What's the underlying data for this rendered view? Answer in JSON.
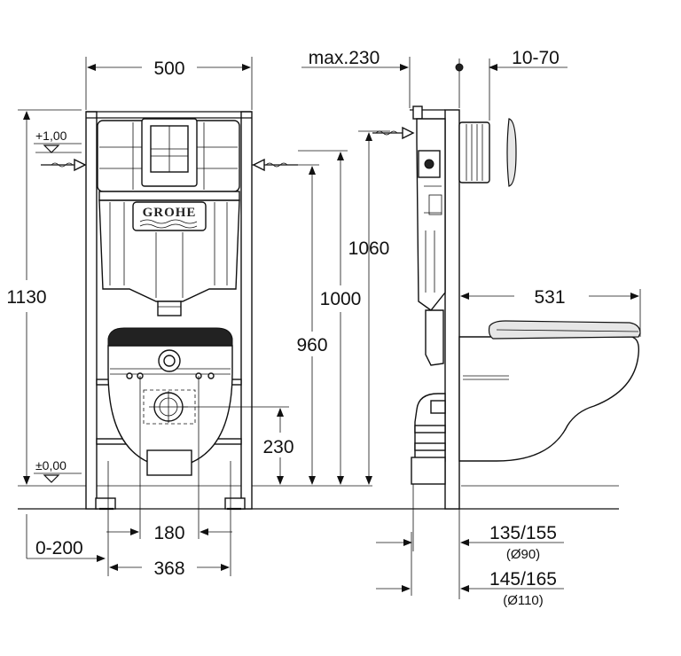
{
  "brand": {
    "logo_text": "GROHE"
  },
  "levels": {
    "top": "+1,00",
    "zero": "±0,00"
  },
  "front_dims": {
    "frame_width": "500",
    "height_total": "1130",
    "height_1060": "1060",
    "height_1000": "1000",
    "height_960": "960",
    "height_230": "230",
    "bolt_spacing": "180",
    "pan_width": "368",
    "wall_offset": "0-200"
  },
  "side_dims": {
    "max_depth": "max.230",
    "plate_depth": "10-70",
    "projection": "531",
    "pipe_90": "135/155",
    "pipe_90_note": "(Ø90)",
    "pipe_110": "145/165",
    "pipe_110_note": "(Ø110)"
  }
}
